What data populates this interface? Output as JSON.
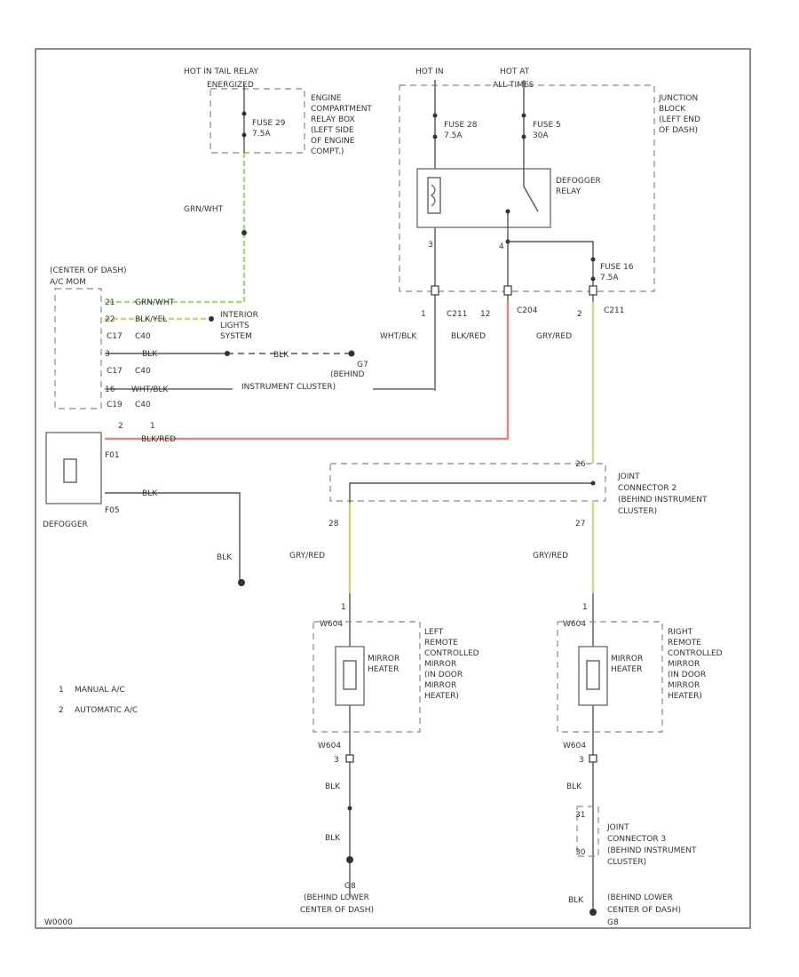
{
  "colors": {
    "green_white": "#9be07a",
    "yellow_tan": "#d8cc7a",
    "black_red": "#e08888",
    "gray_red": "#cfd98a",
    "frame": "#666666"
  },
  "labels": {
    "hot_tail_relay": "HOT IN TAIL RELAY",
    "energized": "ENERGIZED",
    "engine_box": [
      "ENGINE",
      "COMPARTMENT",
      "RELAY BOX",
      "(LEFT SIDE",
      "OF ENGINE",
      "COMPT.)"
    ],
    "fuse29_name": "FUSE 29",
    "fuse29_amp": "7.5A",
    "hot_in": "HOT IN",
    "hot_at": "HOT AT",
    "all_times": "ALL TIMES",
    "fuse28_name": "FUSE 28",
    "fuse28_amp": "7.5A",
    "fuse5_name": "FUSE 5",
    "fuse5_amp": "30A",
    "junction_block": [
      "JUNCTION",
      "BLOCK",
      "(LEFT END",
      "OF DASH)"
    ],
    "defogger_relay": [
      "DEFOGGER",
      "RELAY"
    ],
    "fuse16_name": "FUSE 16",
    "fuse16_amp": "7.5A",
    "wire_grn_wht": "GRN/WHT",
    "center_dash": "(CENTER OF DASH)",
    "hc_mom": "A/C MOM",
    "c21_pin": "21",
    "c21_wire": "GRN/WHT",
    "c22_pin": "22",
    "c22_wire": "BLK/YEL",
    "interior_lights": [
      "INTERIOR",
      "LIGHTS",
      "SYSTEM"
    ],
    "c17": "C17",
    "c40a": "C40",
    "pin3": "3",
    "blk_a": "BLK",
    "blk_b": "BLK",
    "g7": "G7",
    "behind_ic": "(BEHIND",
    "instrument_cluster": "INSTRUMENT CLUSTER)",
    "c40b": "C40",
    "pin16": "16",
    "c16_wire": "WHT/BLK",
    "c19": "C19",
    "c40c": "C40",
    "pin_two": "2",
    "pin_one": "1",
    "c211a": "C211",
    "wht_blk": "WHT/BLK",
    "pin12": "12",
    "blk_red": "BLK/RED",
    "c204": "C204",
    "pin2b": "2",
    "c211b": "C211",
    "gry_red": "GRY/RED",
    "defog_wire": "BLK/RED",
    "f01": "F01",
    "defog_blk": "BLK",
    "f05": "F05",
    "defogger": "DEFOGGER",
    "blk_g": "BLK",
    "jc2": [
      "JOINT",
      "CONNECTOR 2",
      "(BEHIND INSTRUMENT",
      "CLUSTER)"
    ],
    "pin26": "26",
    "pin28": "28",
    "pin27": "27",
    "gry_red_l": "GRY/RED",
    "gry_red_r": "GRY/RED",
    "mirror_l_pin": "1",
    "mirror_l_conn": "W604",
    "mirror_heater_l": [
      "MIRROR",
      "HEATER"
    ],
    "left_mirror": [
      "LEFT",
      "REMOTE",
      "CONTROLLED",
      "MIRROR",
      "(IN DOOR",
      "MIRROR",
      "HEATER)"
    ],
    "mirror_r_pin": "1",
    "mirror_r_conn": "W604",
    "mirror_heater_r": [
      "MIRROR",
      "HEATER"
    ],
    "right_mirror": [
      "RIGHT",
      "REMOTE",
      "CONTROLLED",
      "MIRROR",
      "(IN DOOR",
      "MIRROR",
      "HEATER)"
    ],
    "legend_1_num": "1",
    "legend_1_text": "MANUAL A/C",
    "legend_2_num": "2",
    "legend_2_text": "AUTOMATIC A/C",
    "w604_l": "W604",
    "pin3_l": "3",
    "blk_l1": "BLK",
    "blk_l2": "BLK",
    "g8_l": "G8",
    "behind_lower_l": "(BEHIND LOWER",
    "center_dash_l": "CENTER OF DASH)",
    "w604_r": "W604",
    "pin3_r": "3",
    "blk_r1": "BLK",
    "jc3": [
      "JOINT",
      "CONNECTOR 3",
      "(BEHIND INSTRUMENT",
      "CLUSTER)"
    ],
    "pin31": "31",
    "pin30": "30",
    "blk_r2": "BLK",
    "behind_lower_r": "(BEHIND LOWER",
    "center_dash_r": "CENTER OF DASH)",
    "g8_r": "G8",
    "footer_code": "W0000"
  }
}
